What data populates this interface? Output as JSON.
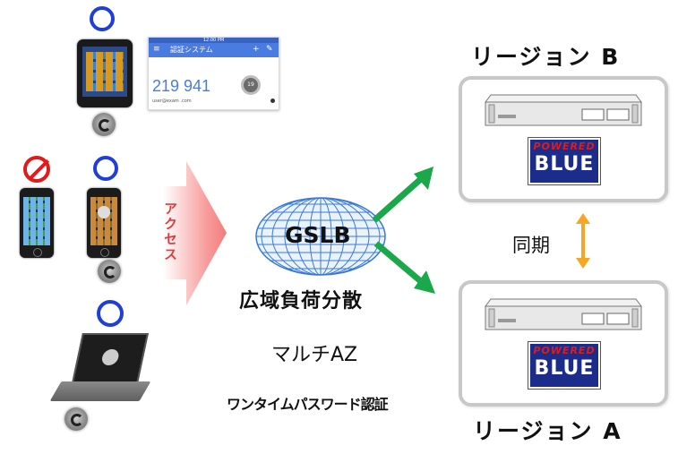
{
  "auth_app": {
    "status_time": "12:00 PM",
    "title": "認証システム",
    "code": "219 941",
    "timer": "19",
    "user": "user@exam .com"
  },
  "access_label": "アクセス",
  "gslb": {
    "label": "GSLB",
    "caption": "広域負荷分散"
  },
  "multi_az": "マルチAZ",
  "otp": "ワンタイムパスワード認証",
  "sync_label": "同期",
  "region_b": {
    "label": "リージョン B",
    "logo_top": "POWERED",
    "logo_main": "BLUE"
  },
  "region_a": {
    "label": "リージョン A",
    "logo_top": "POWERED",
    "logo_main": "BLUE"
  },
  "colors": {
    "ok_ring": "#1f3fd8",
    "deny_sign": "#e01b1b",
    "arrow_green": "#1aa84a",
    "sync_orange": "#f5a623",
    "access_arrow": "#f47c7c",
    "globe": "#3a78d8"
  },
  "device_status": [
    "allowed",
    "denied",
    "allowed",
    "allowed"
  ]
}
